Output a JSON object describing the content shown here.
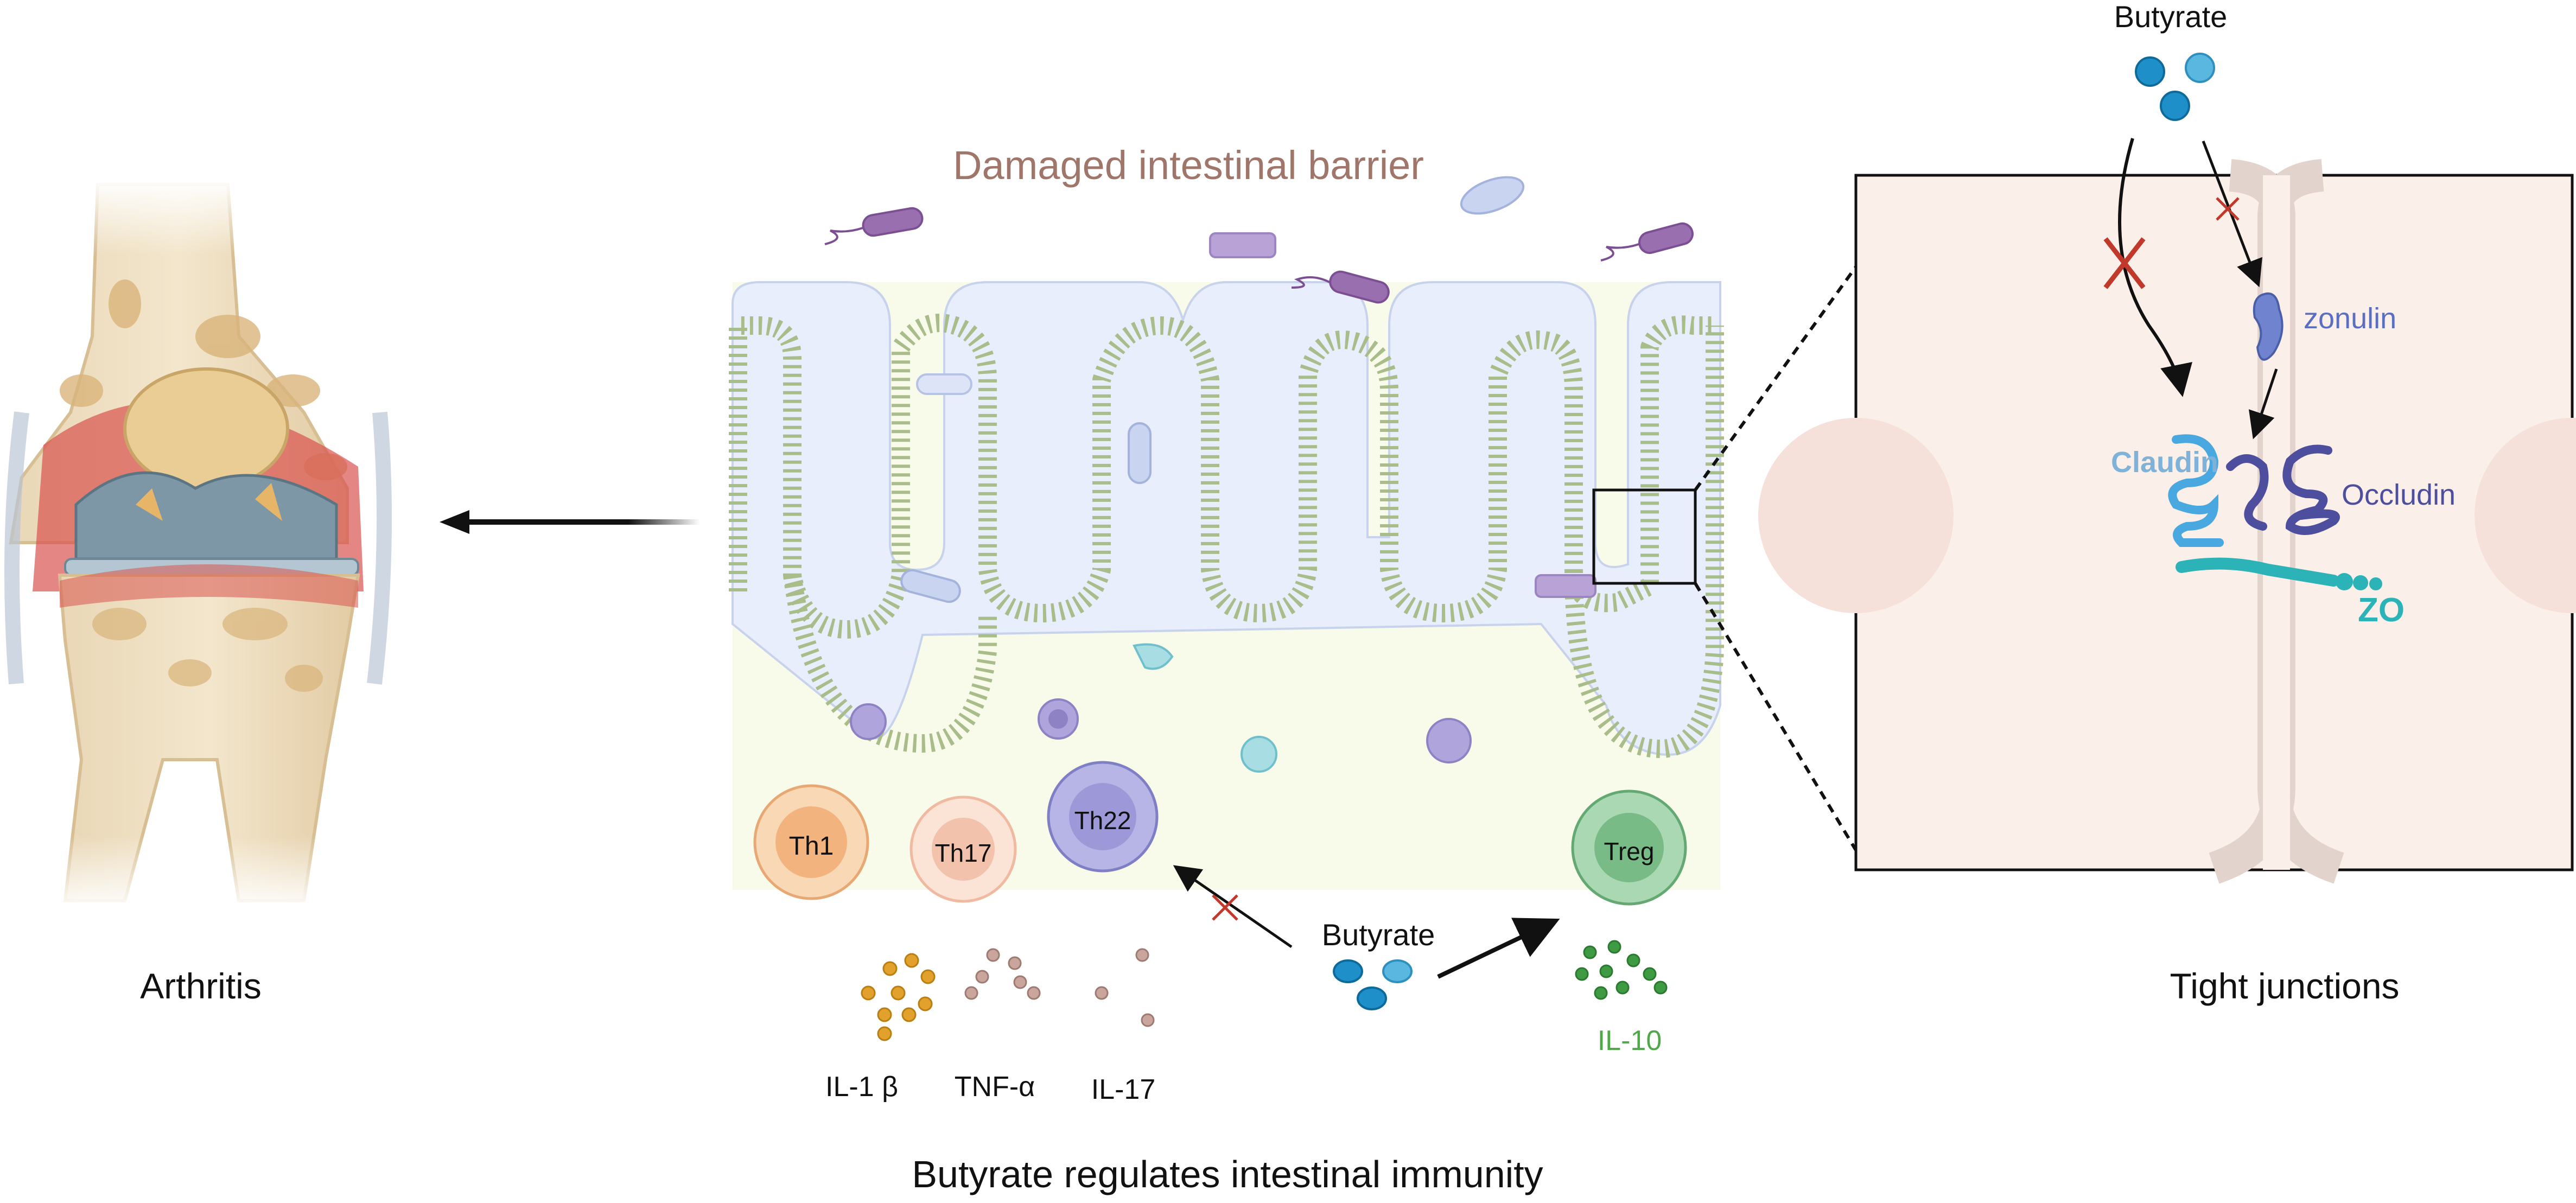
{
  "labels": {
    "damaged_barrier": "Damaged intestinal barrier",
    "arthritis": "Arthritis",
    "tight_junctions": "Tight junctions",
    "butyrate_regulates": "Butyrate regulates intestinal immunity",
    "butyrate_center": "Butyrate",
    "butyrate_top": "Butyrate"
  },
  "cells": {
    "th1": "Th1",
    "th17": "Th17",
    "th22": "Th22",
    "treg": "Treg"
  },
  "cytokines": {
    "il1b": "IL-1 β",
    "tnfa": "TNF-α",
    "il17": "IL-17",
    "il10": "IL-10"
  },
  "junction": {
    "zonulin": "zonulin",
    "claudin": "Claudin",
    "occludin": "Occludin",
    "zo": "ZO"
  },
  "colors": {
    "barrier_title": "#a0766a",
    "il10": "#4fa84a",
    "zonulin": "#5b6fc2",
    "claudin": "#7fb2d8",
    "occludin": "#4d4f9e",
    "zo": "#2bb3b8",
    "inhibit_mark": "#c0392b"
  }
}
